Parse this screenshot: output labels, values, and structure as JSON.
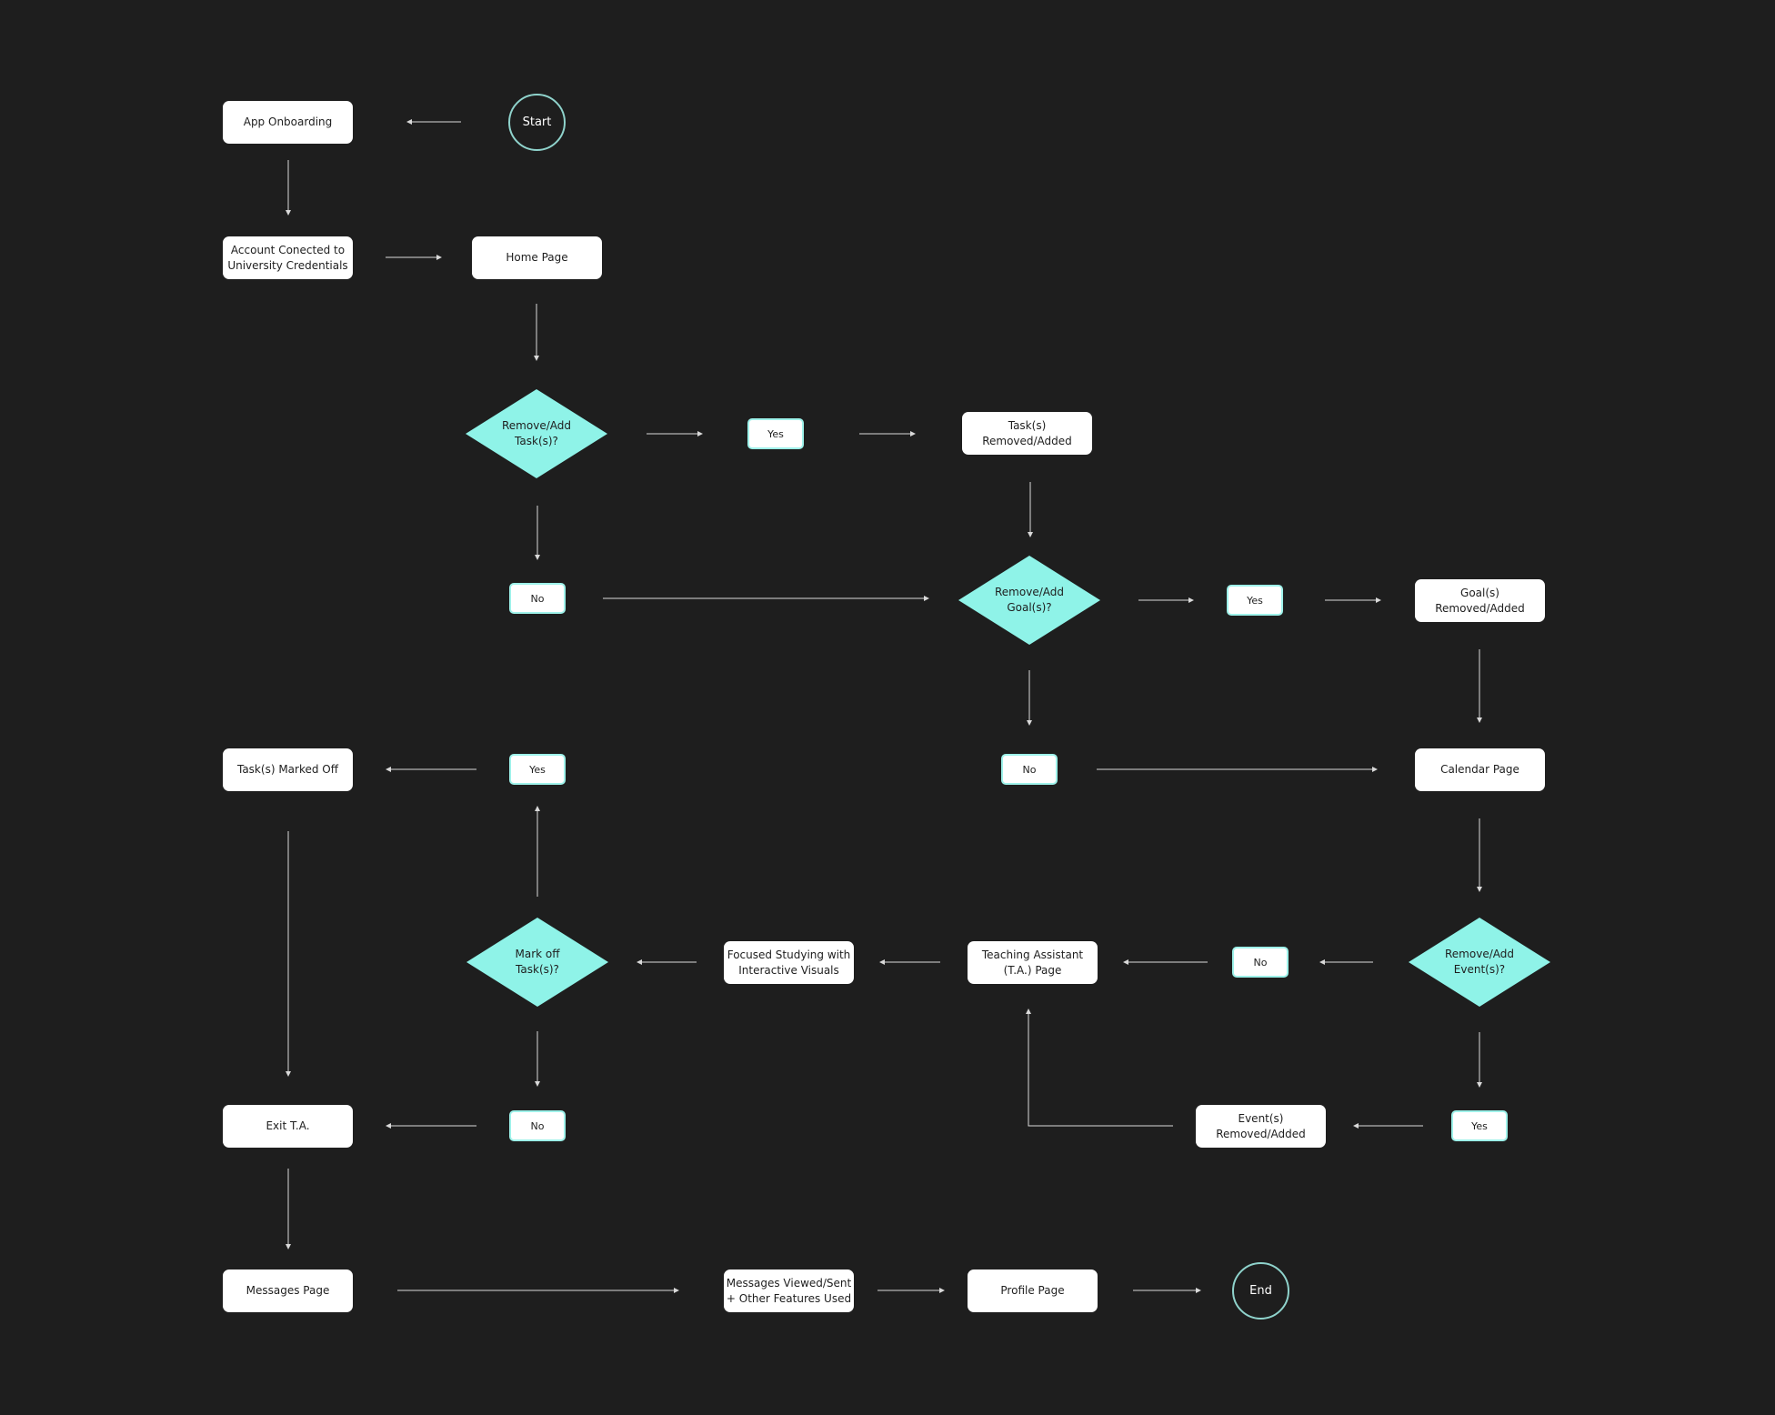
{
  "colors": {
    "background": "#1e1e1e",
    "process_fill": "#ffffff",
    "decision_fill": "#8ff3e8",
    "terminal_outline": "#8fd3cc",
    "connector": "#d9d9d9"
  },
  "nodes": {
    "start": "Start",
    "app_onboarding": "App Onboarding",
    "account_connected": "Account Conected to\nUniversity Credentials",
    "home_page": "Home Page",
    "d_tasks": "Remove/Add\nTask(s)?",
    "yes_tasks": "Yes",
    "tasks_removed": "Task(s)\nRemoved/Added",
    "no_tasks": "No",
    "d_goals": "Remove/Add\nGoal(s)?",
    "yes_goals": "Yes",
    "goals_removed": "Goal(s)\nRemoved/Added",
    "no_goals": "No",
    "calendar_page": "Calendar Page",
    "tasks_marked": "Task(s) Marked Off",
    "yes_mark": "Yes",
    "d_mark": "Mark off\nTask(s)?",
    "focused_studying": "Focused Studying with\nInteractive Visuals",
    "ta_page": "Teaching Assistant\n(T.A.) Page",
    "no_events": "No",
    "d_events": "Remove/Add\nEvent(s)?",
    "exit_ta": "Exit T.A.",
    "no_mark": "No",
    "events_removed": "Event(s)\nRemoved/Added",
    "yes_events": "Yes",
    "messages_page": "Messages Page",
    "messages_viewed": "Messages Viewed/Sent\n+ Other Features Used",
    "profile_page": "Profile Page",
    "end": "End"
  }
}
